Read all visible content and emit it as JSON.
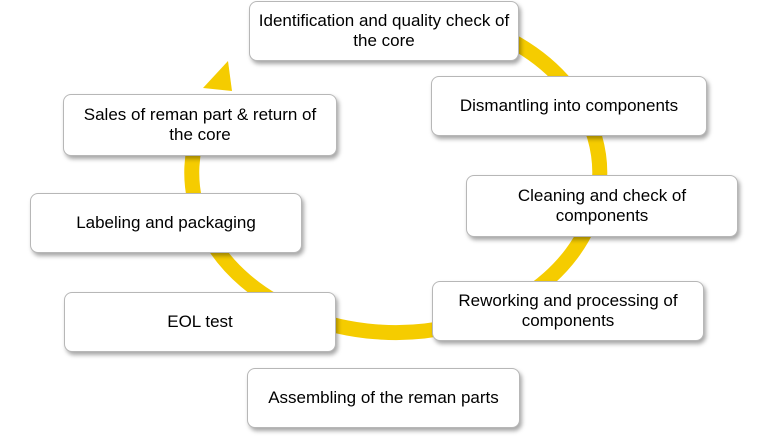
{
  "colors": {
    "ring": "#f5cc00",
    "box_border": "#b7b7b7",
    "box_fill": "#ffffff",
    "text": "#000000"
  },
  "steps": [
    {
      "label": "Identification and quality check of the core"
    },
    {
      "label": "Dismantling into components"
    },
    {
      "label": "Cleaning and check of components"
    },
    {
      "label": "Reworking and processing of components"
    },
    {
      "label": "Assembling of the reman parts"
    },
    {
      "label": "EOL test"
    },
    {
      "label": "Labeling and packaging"
    },
    {
      "label": "Sales of reman part & return of the core"
    }
  ]
}
